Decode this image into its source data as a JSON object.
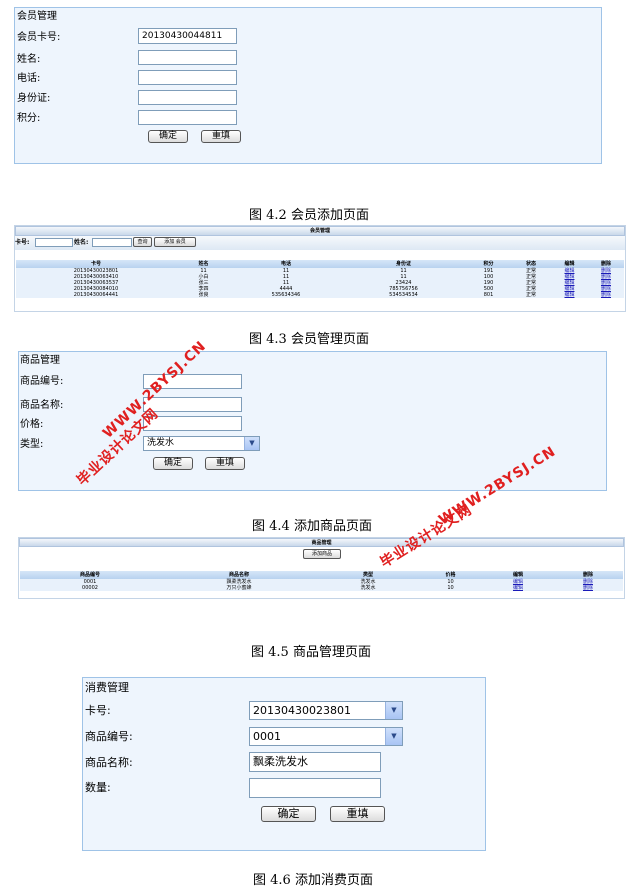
{
  "member_add": {
    "title": "会员管理",
    "card_label": "会员卡号:",
    "card_value": "20130430044811",
    "name_label": "姓名:",
    "phone_label": "电话:",
    "id_label": "身份证:",
    "points_label": "积分:",
    "confirm": "确定",
    "reset": "重填",
    "caption": "图 4.2 会员添加页面"
  },
  "member_manage": {
    "title": "会员管理",
    "card_label": "卡号:",
    "name_label": "姓名:",
    "search_btn": "查询",
    "add_btn": "添加 会员",
    "columns": [
      "卡号",
      "姓名",
      "电话",
      "身份证",
      "积分",
      "状态",
      "编辑",
      "删除"
    ],
    "rows": [
      [
        "20130430023801",
        "11",
        "11",
        "11",
        "191",
        "正常",
        "编辑",
        "删除"
      ],
      [
        "20130430063410",
        "小白",
        "11",
        "11",
        "100",
        "正常",
        "编辑",
        "删除"
      ],
      [
        "20130430063537",
        "张三",
        "11",
        "23424",
        "190",
        "正常",
        "编辑",
        "删除"
      ],
      [
        "20130430084010",
        "李四",
        "4444",
        "785756756",
        "500",
        "正常",
        "编辑",
        "删除"
      ],
      [
        "20130430064441",
        "张良",
        "535634346",
        "534534534",
        "801",
        "正常",
        "编辑",
        "删除"
      ]
    ],
    "caption": "图 4.3 会员管理页面"
  },
  "product_add": {
    "title": "商品管理",
    "code_label": "商品编号:",
    "name_label": "商品名称:",
    "price_label": "价格:",
    "type_label": "类型:",
    "type_value": "洗发水",
    "confirm": "确定",
    "reset": "重填",
    "caption": "图 4.4 添加商品页面"
  },
  "product_manage": {
    "title": "商品管理",
    "add_btn": "添加商品",
    "columns": [
      "商品编号",
      "商品名称",
      "类型",
      "价格",
      "编辑",
      "删除"
    ],
    "rows": [
      [
        "0001",
        "飘柔洗发水",
        "洗发水",
        "10",
        "编辑",
        "删除"
      ],
      [
        "00002",
        "万只小蜜蜂",
        "洗发水",
        "10",
        "编辑",
        "删除"
      ]
    ],
    "caption": "图 4.5 商品管理页面"
  },
  "consume_add": {
    "title": "消费管理",
    "card_label": "卡号:",
    "card_value": "20130430023801",
    "code_label": "商品编号:",
    "code_value": "0001",
    "name_label": "商品名称:",
    "name_value": "飘柔洗发水",
    "qty_label": "数量:",
    "confirm": "确定",
    "reset": "重填",
    "caption": "图 4.6 添加消费页面"
  },
  "watermark": {
    "line1": "毕业设计论文网",
    "line2": "WWW.2BYSJ.CN"
  }
}
